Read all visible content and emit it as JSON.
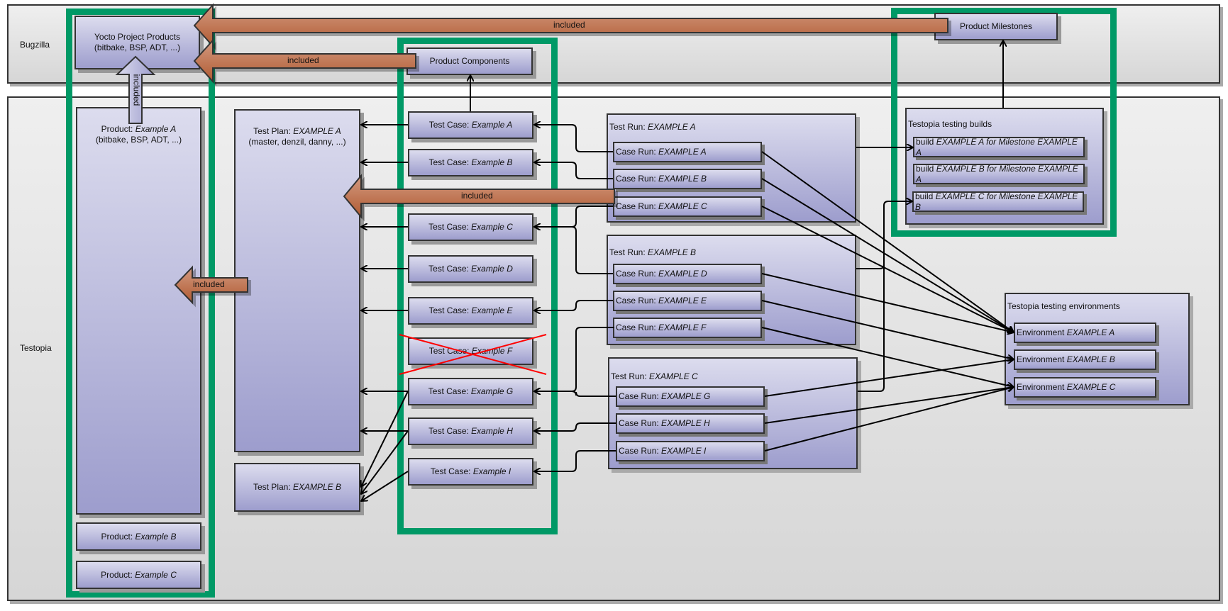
{
  "lanes": {
    "bugzilla": "Bugzilla",
    "testopia": "Testopia"
  },
  "bugzilla": {
    "yocto_products": {
      "line1": "Yocto Project Products",
      "line2": "(bitbake, BSP, ADT, ...)"
    },
    "product_components": "Product Components",
    "product_milestones": "Product Milestones"
  },
  "products": [
    {
      "prefix": "Product: ",
      "name": "Example A",
      "detail": "(bitbake, BSP, ADT, ...)"
    },
    {
      "prefix": "Product: ",
      "name": "Example B"
    },
    {
      "prefix": "Product: ",
      "name": "Example C"
    }
  ],
  "test_plans": [
    {
      "prefix": "Test Plan: ",
      "name": "EXAMPLE A",
      "detail": "(master, denzil, danny, ...)"
    },
    {
      "prefix": "Test Plan: ",
      "name": "EXAMPLE B"
    }
  ],
  "test_cases": [
    {
      "prefix": "Test Case: ",
      "name": "Example A",
      "removed": false
    },
    {
      "prefix": "Test Case: ",
      "name": "Example B",
      "removed": false
    },
    {
      "prefix": "Test Case: ",
      "name": "Example C",
      "removed": false
    },
    {
      "prefix": "Test Case: ",
      "name": "Example D",
      "removed": false
    },
    {
      "prefix": "Test Case: ",
      "name": "Example E",
      "removed": false
    },
    {
      "prefix": "Test Case: ",
      "name": "Example F",
      "removed": true
    },
    {
      "prefix": "Test Case: ",
      "name": "Example G",
      "removed": false
    },
    {
      "prefix": "Test Case: ",
      "name": "Example H",
      "removed": false
    },
    {
      "prefix": "Test Case: ",
      "name": "Example I",
      "removed": false
    }
  ],
  "test_runs": [
    {
      "prefix": "Test Run: ",
      "name": "EXAMPLE A",
      "case_runs": [
        {
          "prefix": "Case Run: ",
          "name": "EXAMPLE A"
        },
        {
          "prefix": "Case Run: ",
          "name": "EXAMPLE B"
        },
        {
          "prefix": "Case Run: ",
          "name": "EXAMPLE C"
        }
      ]
    },
    {
      "prefix": "Test Run: ",
      "name": "EXAMPLE B",
      "case_runs": [
        {
          "prefix": "Case Run: ",
          "name": "EXAMPLE D"
        },
        {
          "prefix": "Case Run: ",
          "name": "EXAMPLE E"
        },
        {
          "prefix": "Case Run: ",
          "name": "EXAMPLE F"
        }
      ]
    },
    {
      "prefix": "Test Run: ",
      "name": "EXAMPLE C",
      "case_runs": [
        {
          "prefix": "Case Run: ",
          "name": "EXAMPLE G"
        },
        {
          "prefix": "Case Run: ",
          "name": "EXAMPLE H"
        },
        {
          "prefix": "Case Run: ",
          "name": "EXAMPLE I"
        }
      ]
    }
  ],
  "builds": {
    "title": "Testopia testing builds",
    "items": [
      {
        "prefix": "build ",
        "name": "EXAMPLE A for Milestone EXAMPLE A"
      },
      {
        "prefix": "build ",
        "name": "EXAMPLE B for Milestone EXAMPLE A"
      },
      {
        "prefix": "build ",
        "name": "EXAMPLE C for Milestone EXAMPLE B"
      }
    ]
  },
  "environments": {
    "title": "Testopia testing environments",
    "items": [
      {
        "prefix": "Environment ",
        "name": "EXAMPLE A"
      },
      {
        "prefix": "Environment ",
        "name": "EXAMPLE B"
      },
      {
        "prefix": "Environment ",
        "name": "EXAMPLE C"
      }
    ]
  },
  "included_label": "included",
  "colors": {
    "group_highlight": "#009966",
    "included_arrow": "#b8694a",
    "removed_mark": "#ff0000",
    "node_top": "#dcdcee",
    "node_bottom": "#9d9dcd"
  }
}
